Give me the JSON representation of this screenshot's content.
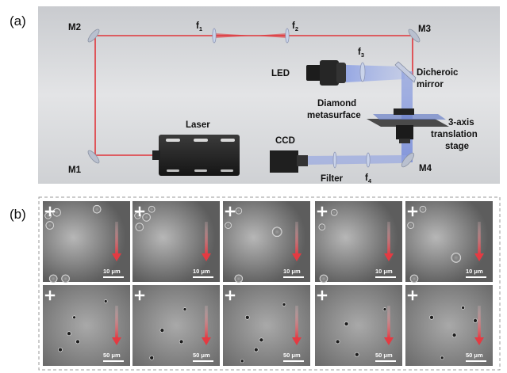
{
  "panel_a": {
    "label": "(a)",
    "mirrors": {
      "m1": "M1",
      "m2": "M2",
      "m3": "M3",
      "m4": "M4"
    },
    "lenses": {
      "f1": {
        "base": "f",
        "sub": "1"
      },
      "f2": {
        "base": "f",
        "sub": "2"
      },
      "f3": {
        "base": "f",
        "sub": "3"
      },
      "f4": {
        "base": "f",
        "sub": "4"
      }
    },
    "components": {
      "led": "LED",
      "dichroic_line1": "Dicheroic",
      "dichroic_line2": "mirror",
      "diamond_line1": "Diamond",
      "diamond_line2": "metasurface",
      "laser": "Laser",
      "ccd": "CCD",
      "filter": "Filter",
      "stage_line1": "3-axis",
      "stage_line2": "translation",
      "stage_line3": "stage"
    },
    "colors": {
      "laser_beam": "#e0353a",
      "led_beam": "#7f93d9",
      "background": "#d4d6d9"
    }
  },
  "panel_b": {
    "label": "(b)",
    "rows": [
      {
        "scale_bar": "10 μm",
        "frames": 5
      },
      {
        "scale_bar": "50 μm",
        "frames": 5
      }
    ],
    "colors": {
      "arrow": "#e43a42"
    }
  }
}
